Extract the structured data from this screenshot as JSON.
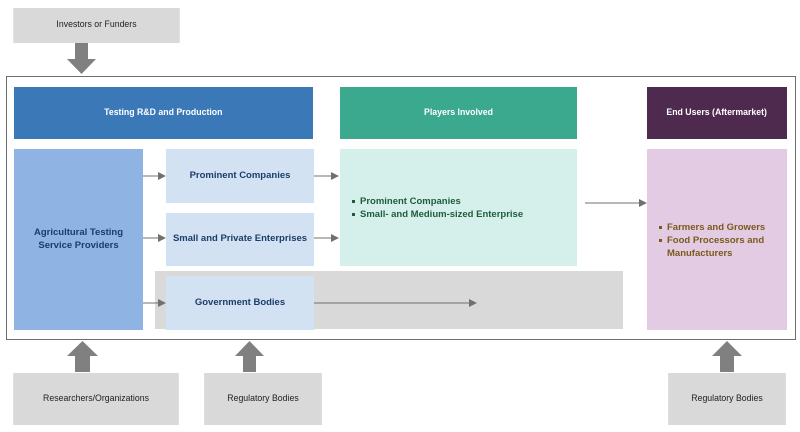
{
  "top": {
    "investors": "Investors or Funders"
  },
  "headers": {
    "testing": "Testing R&D and Production",
    "players": "Players Involved",
    "end_users": "End Users (Aftermarket)"
  },
  "nodes": {
    "agri_testing": "Agricultural Testing Service Providers",
    "prominent": "Prominent Companies",
    "small_private": "Small and Private Enterprises",
    "government": "Government Bodies"
  },
  "players_list": [
    "Prominent Companies",
    "Small- and Medium-sized Enterprise"
  ],
  "end_users_list": [
    "Farmers and Growers",
    "Food Processors and Manufacturers"
  ],
  "bottom": {
    "researchers": "Researchers/Organizations",
    "regulatory_1": "Regulatory Bodies",
    "regulatory_2": "Regulatory Bodies"
  },
  "colors": {
    "testing_header": "#3a78b8",
    "players_header": "#3aa98e",
    "end_users_header": "#4e2a4f",
    "agri_box": "#8fb3e3",
    "light_blue": "#d3e2f2",
    "mint": "#d5f0ea",
    "lavender": "#e3cbe3",
    "grey": "#d9d9d9",
    "arrow": "#707070"
  }
}
